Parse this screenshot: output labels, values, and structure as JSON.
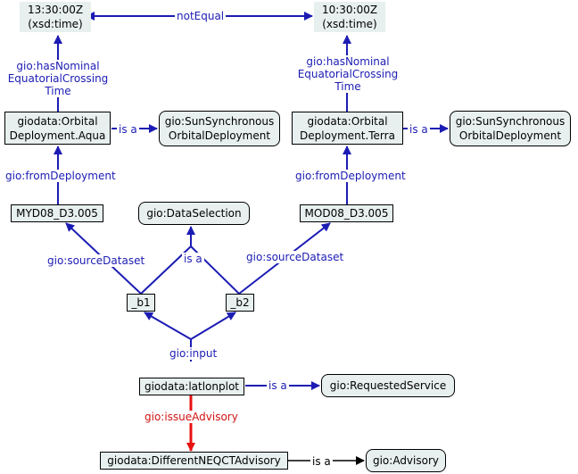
{
  "colors": {
    "blue": "#1c1cb4",
    "red": "#e81010",
    "black": "#000000",
    "node_fill": "#e7efef"
  },
  "nodes": {
    "time_aqua": "13:30:00Z\n(xsd:time)",
    "time_terra": "10:30:00Z\n(xsd:time)",
    "aqua": "giodata:Orbital\nDeployment.Aqua",
    "aqua_class": "gio:SunSynchronous\nOrbitalDeployment",
    "terra": "giodata:Orbital\nDeployment.Terra",
    "terra_class": "gio:SunSynchronous\nOrbitalDeployment",
    "myd": "MYD08_D3.005",
    "mod": "MOD08_D3.005",
    "dataselection": "gio:DataSelection",
    "b1": "_b1",
    "b2": "_b2",
    "latlonplot": "giodata:latlonplot",
    "requested": "gio:RequestedService",
    "advisory_inst": "giodata:DifferentNEQCTAdvisory",
    "advisory_class": "gio:Advisory"
  },
  "edge_labels": {
    "not_equal": "notEqual",
    "nominal_left": "gio:hasNominal\nEquatorialCrossing\nTime",
    "nominal_right": "gio:hasNominal\nEquatorialCrossing\nTime",
    "isa_aqua": "is a",
    "isa_terra": "is a",
    "from_left": "gio:fromDeployment",
    "from_right": "gio:fromDeployment",
    "source_left": "gio:sourceDataset",
    "source_right": "gio:sourceDataset",
    "isa_selection": "is a",
    "input": "gio:input",
    "isa_requested": "is a",
    "issue": "gio:issueAdvisory",
    "isa_advisory": "is a"
  }
}
